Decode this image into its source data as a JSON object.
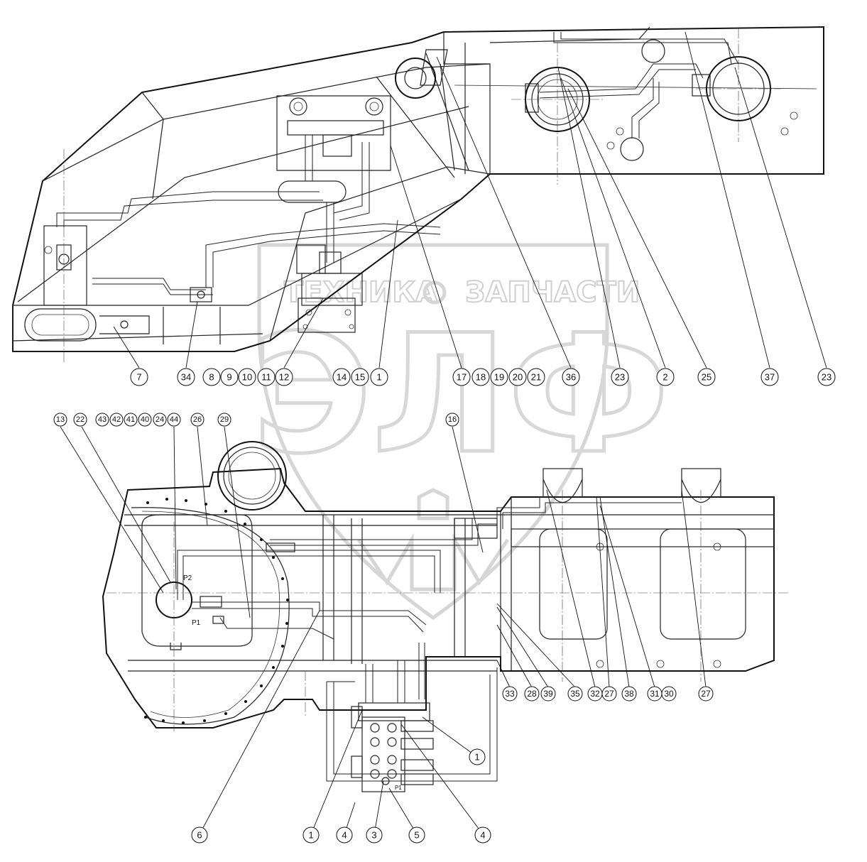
{
  "watermark": {
    "logo_big": "ЭЛФ",
    "logo_left": "ТЕХНИКА",
    "logo_right": "ЗАПЧАСТИ"
  },
  "port_labels": {
    "p2": "P2",
    "p1": "P1",
    "p1_small": "P1"
  },
  "top_callouts": {
    "c7": "7",
    "c34": "34",
    "c8": "8",
    "c9": "9",
    "c10": "10",
    "c11": "11",
    "c12": "12",
    "c14": "14",
    "c15": "15",
    "c1a": "1",
    "c17": "17",
    "c18": "18",
    "c19": "19",
    "c20": "20",
    "c21": "21",
    "c36": "36",
    "c23a": "23",
    "c2": "2",
    "c25": "25",
    "c37": "37",
    "c23b": "23"
  },
  "mid_callouts": {
    "c13": "13",
    "c22": "22",
    "c43": "43",
    "c42": "42",
    "c41": "41",
    "c40": "40",
    "c24": "24",
    "c44": "44",
    "c26": "26",
    "c29": "29",
    "c16": "16"
  },
  "low_callouts": {
    "c33": "33",
    "c28": "28",
    "c39": "39",
    "c35": "35",
    "c32": "32",
    "c27a": "27",
    "c38": "38",
    "c31": "31",
    "c30": "30",
    "c27b": "27",
    "c1b": "1"
  },
  "bottom_callouts": {
    "c6": "6",
    "c1c": "1",
    "c4a": "4",
    "c3": "3",
    "c5": "5",
    "c4b": "4"
  }
}
